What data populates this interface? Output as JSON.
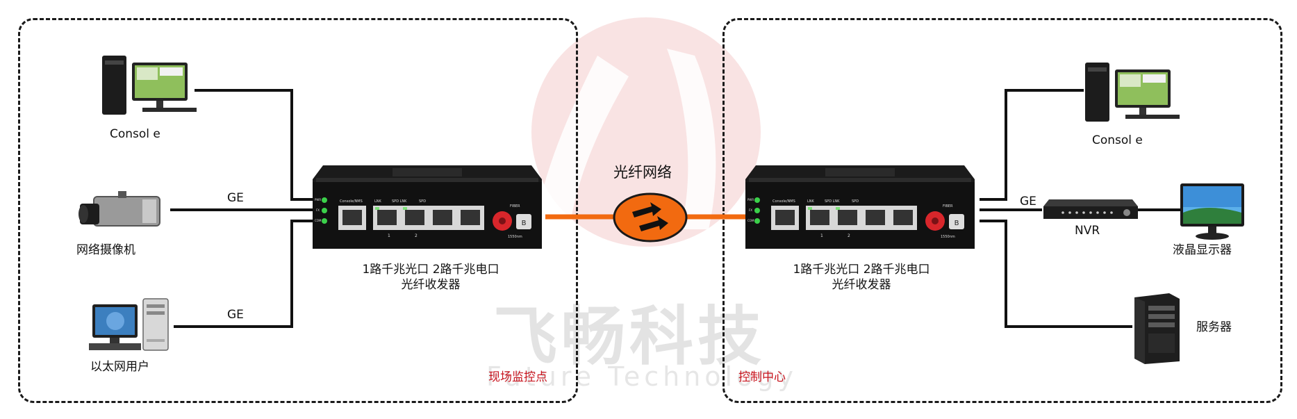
{
  "left_zone": {
    "label": "现场监控点",
    "devices": {
      "console": "Consol e",
      "camera": "网络摄像机",
      "ethernet_user": "以太网用户"
    },
    "link_labels": [
      "GE",
      "GE"
    ],
    "transceiver": {
      "caption_line1": "1路千兆光口 2路千兆电口",
      "caption_line2": "光纤收发器",
      "port_labels": [
        "Console/NMS",
        "LNK",
        "SPD LNK",
        "SPD",
        "FIBER"
      ],
      "port_numbers": [
        "1",
        "2"
      ],
      "fiber_wavelength": "1550nm",
      "led_labels": [
        "PWR",
        "FX",
        "COM"
      ]
    }
  },
  "right_zone": {
    "label": "控制中心",
    "devices": {
      "console": "Consol e",
      "nvr": "NVR",
      "lcd": "液晶显示器",
      "server": "服务器"
    },
    "link_labels": [
      "GE"
    ],
    "transceiver": {
      "caption_line1": "1路千兆光口 2路千兆电口",
      "caption_line2": "光纤收发器",
      "port_labels": [
        "Console/NMS",
        "LNK",
        "SPD LNK",
        "SPD",
        "FIBER"
      ],
      "port_numbers": [
        "1",
        "2"
      ],
      "fiber_wavelength": "1550nm",
      "led_labels": [
        "PWR",
        "FX",
        "COM"
      ]
    }
  },
  "fiber_network": {
    "label": "光纤网络"
  },
  "watermark": {
    "cn": "飞畅科技",
    "en": "Future Technology"
  },
  "colors": {
    "fiber": "#f26a10",
    "zone_label": "#c8141e",
    "line": "#111111"
  }
}
